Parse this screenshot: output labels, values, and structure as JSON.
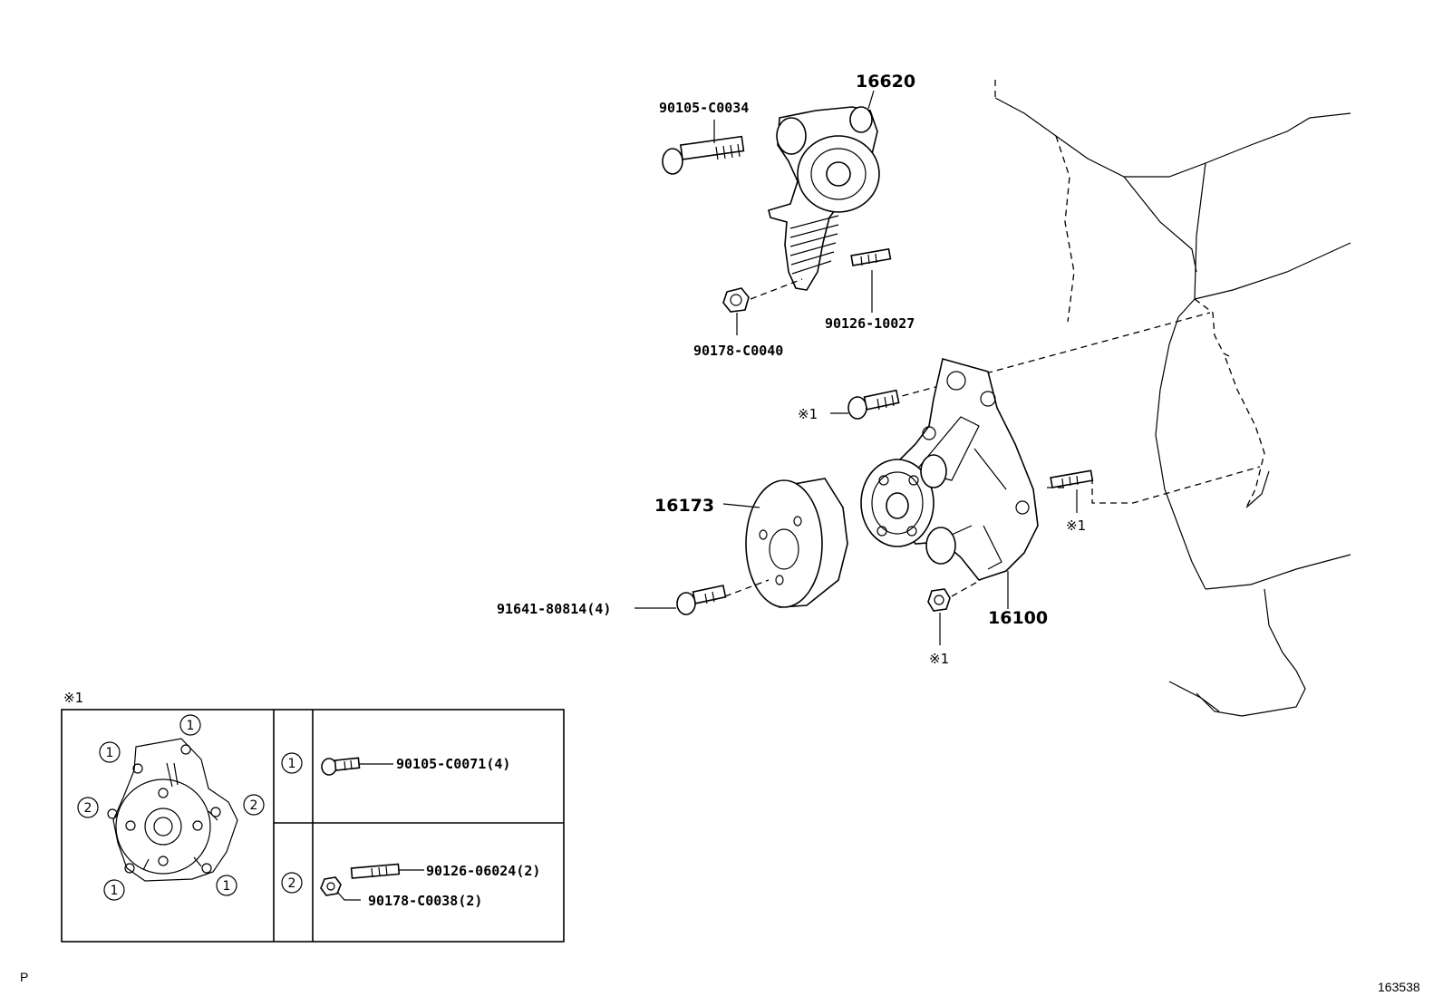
{
  "labels": {
    "p_16620": "16620",
    "p_90105_C0034": "90105-C0034",
    "p_90126_10027": "90126-10027",
    "p_90178_C0040": "90178-C0040",
    "p_ref1_a": "※1",
    "p_16173": "16173",
    "p_91641_80814": "91641-80814(4)",
    "p_ref1_b": "※1",
    "p_16100": "16100",
    "p_ref1_c": "※1"
  },
  "inset": {
    "title": "※1",
    "marker_1": "1",
    "marker_2": "2",
    "rows": [
      {
        "marker": "1",
        "parts": [
          "90105-C0071(4)"
        ]
      },
      {
        "marker": "2",
        "parts": [
          "90126-06024(2)",
          "90178-C0038(2)"
        ]
      }
    ]
  },
  "footer": {
    "left_mark": "P",
    "figure_number": "163538"
  }
}
